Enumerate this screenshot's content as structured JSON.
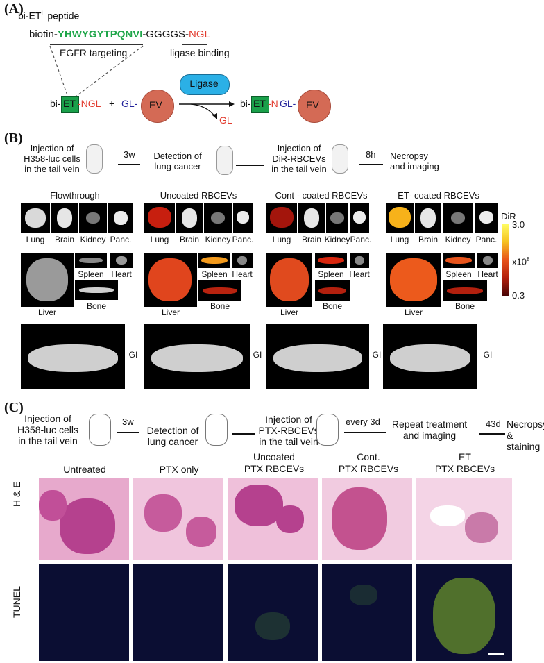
{
  "panelA": {
    "label": "(A)",
    "title_main": "bi-ET",
    "title_sup": "L",
    "title_rest": " peptide",
    "seq_prefix": "biotin-",
    "seq_green": "YHWYGYTPQNVI",
    "seq_mid": "-GGGGS-",
    "seq_red": "NGL",
    "egfr_label": "EGFR targeting",
    "ligase_binding_label": "ligase binding",
    "bi": "bi-",
    "et": "ET",
    "dash_ngl": "-NGL",
    "plus": "+",
    "gl": "GL-",
    "ev": "EV",
    "ligase": "Ligase",
    "gl_out": "GL",
    "prod_bi": "bi-",
    "prod_et": "ET",
    "prod_n": "-N",
    "prod_gl": "GL-",
    "prod_ev": "EV",
    "colors": {
      "green": "#1fa64a",
      "red": "#e23b2e",
      "blue": "#23239b",
      "ev": "#d46a55",
      "ligase": "#2bb0e6",
      "etbox": "#1aa04a"
    }
  },
  "panelB": {
    "label": "(B)",
    "steps": [
      "Injection of\nH358-luc cells\nin the tail vein",
      "Detection of\nlung cancer",
      "Injection of\nDiR-RBCEVs\nin the tail vein",
      "Necropsy\nand imaging"
    ],
    "arrow1": "3w",
    "arrow2": "8h",
    "groups": [
      "Flowthrough",
      "Uncoated RBCEVs",
      "Cont - coated RBCEVs",
      "ET- coated RBCEVs"
    ],
    "organ_labels": [
      "Lung",
      "Brain",
      "Kidney",
      "Panc."
    ],
    "spleen": "Spleen",
    "heart": "Heart",
    "liver": "Liver",
    "bone": "Bone",
    "gi": "GI",
    "colorbar": {
      "title": "DiR",
      "max": "3.0",
      "mult": "x10",
      "mult_sup": "8",
      "min": "0.3"
    }
  },
  "panelC": {
    "label": "(C)",
    "steps": [
      "Injection of\nH358-luc cells\nin the tail vein",
      "Detection of\nlung cancer",
      "Injection of\nPTX-RBCEVs\nin the tail vein",
      "Repeat treatment\nand imaging",
      "Necropsy\n& staining"
    ],
    "arrow1": "3w",
    "arrow2": "every 3d",
    "arrow3": "43d",
    "columns": [
      "Untreated",
      "PTX only",
      "Uncoated\nPTX RBCEVs",
      "Cont.\nPTX RBCEVs",
      "ET\nPTX RBCEVs"
    ],
    "row_he": "H & E",
    "row_tunel": "TUNEL"
  }
}
